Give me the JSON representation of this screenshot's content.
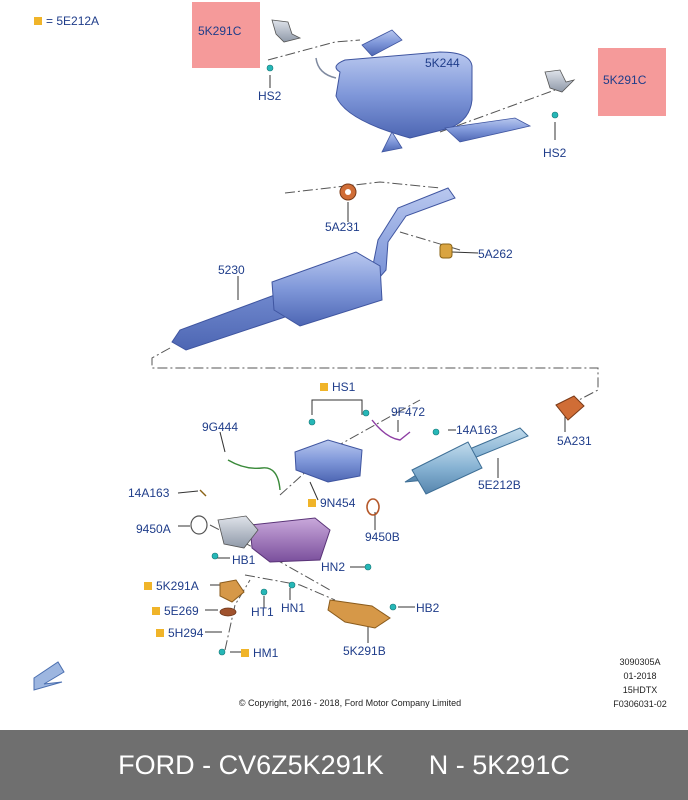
{
  "legend": {
    "text": "= 5E212A",
    "marker_color": "#f0b429"
  },
  "highlight_color": "#f59a9a",
  "labels": {
    "k291c_a": "5K291C",
    "k291c_b": "5K291C",
    "hs2_a": "HS2",
    "hs2_b": "HS2",
    "k244": "5K244",
    "a231_top": "5A231",
    "a262": "5A262",
    "p5230": "5230",
    "hs1": "HS1",
    "f472": "9F472",
    "g444": "9G444",
    "a163_right": "14A163",
    "a231_bottom": "5A231",
    "e212b": "5E212B",
    "a163_left": "14A163",
    "n454": "9N454",
    "a9450": "9450A",
    "b9450": "9450B",
    "hb1": "HB1",
    "hn2": "HN2",
    "k291a": "5K291A",
    "e269": "5E269",
    "ht1": "HT1",
    "hn1": "HN1",
    "hb2": "HB2",
    "h294": "5H294",
    "hm1": "HM1",
    "k291b": "5K291B"
  },
  "meta": {
    "line1": "3090305A",
    "line2": "01-2018",
    "line3": "15HDTX",
    "line4": "F0306031-02"
  },
  "copyright": "© Copyright, 2016 - 2018, Ford Motor Company Limited",
  "footer": {
    "left": "FORD - CV6Z5K291K",
    "right": "N - 5K291C"
  }
}
